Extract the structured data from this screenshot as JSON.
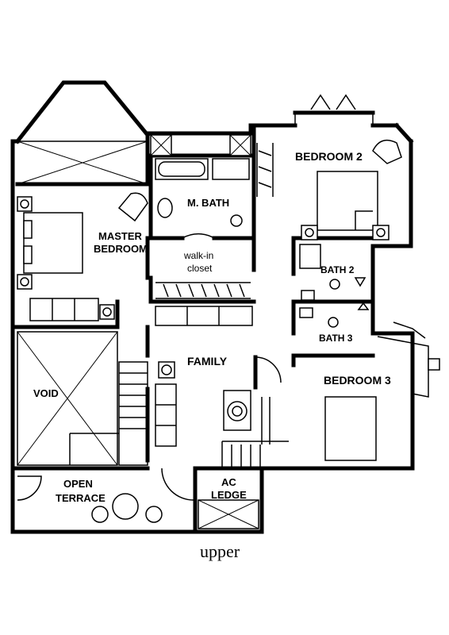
{
  "plan": {
    "caption": "upper",
    "rooms": {
      "bedroom2": "BEDROOM 2",
      "mbath": "M. BATH",
      "master_line1": "MASTER",
      "master_line2": "BEDROOM",
      "walkin_line1": "walk-in",
      "walkin_line2": "closet",
      "bath2": "BATH 2",
      "bath3": "BATH 3",
      "family": "FAMILY",
      "bedroom3": "BEDROOM 3",
      "void": "VOID",
      "terrace_line1": "OPEN",
      "terrace_line2": "TERRACE",
      "ac_line1": "AC",
      "ac_line2": "LEDGE"
    }
  }
}
